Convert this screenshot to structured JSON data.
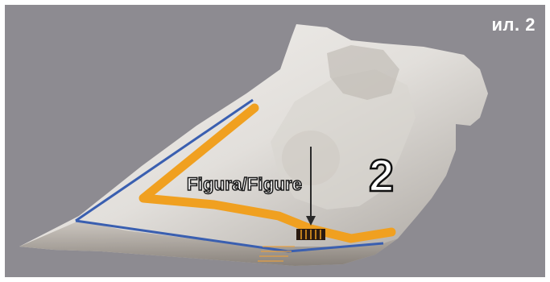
{
  "corner_label": "ил. 2",
  "caption": {
    "text": "Figura/Figure",
    "number": "2"
  },
  "colors": {
    "background": "#8d8b91",
    "outline_blue": "#3a5fb0",
    "band_orange": "#f0a020",
    "text_white": "#ffffff"
  }
}
